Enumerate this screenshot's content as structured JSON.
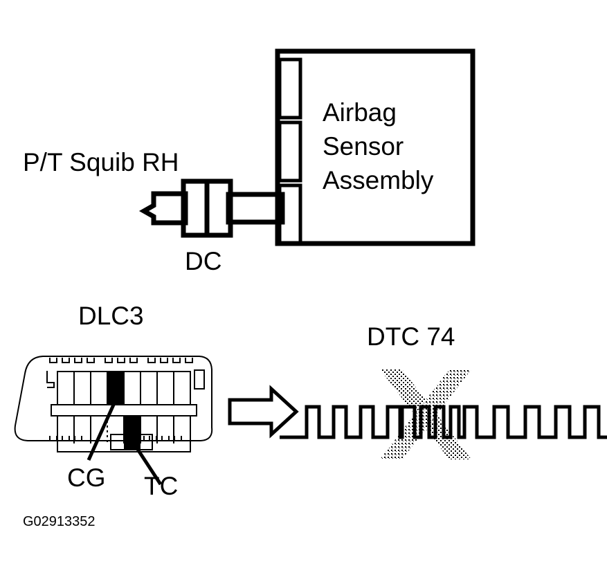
{
  "figure": {
    "id_code": "G02913352",
    "background_color": "#ffffff",
    "line_color": "#000000"
  },
  "labels": {
    "squib": "P/T Squib RH",
    "connector_dc": "DC",
    "ecu_line1": "Airbag",
    "ecu_line2": "Sensor",
    "ecu_line3": "Assembly",
    "dlc3": "DLC3",
    "dtc": "DTC 74",
    "pin_cg": "CG",
    "pin_tc": "TC"
  },
  "icons": {
    "flow_arrow": "right-arrow-icon",
    "squib_tip": "squib-tip-icon"
  },
  "dlc3_connector": {
    "top_row_pins": 8,
    "bottom_row_pins": 8,
    "highlighted_top_pin_index": 4,
    "highlighted_bottom_pin_index": 5,
    "highlight_color": "#000000"
  },
  "ecu_box": {
    "terminal_count": 3
  },
  "chart_data": {
    "type": "line",
    "title": "DTC 74",
    "xlabel": "",
    "ylabel": "",
    "signal_name": "TC pulse output",
    "grid": false,
    "legend": false,
    "baseline_y": 0,
    "high_y": 1,
    "ylim": [
      0,
      1
    ],
    "xlim": [
      0,
      100
    ],
    "annotation": "dotted X overlay marks the pulse group encoding DTC 74",
    "note": "Square-wave diagnostic code output: 7 wide pulses then 4 narrow pulses then 4 wide pulses",
    "pulses": [
      {
        "index": 1,
        "start": 5.5,
        "end": 8.5,
        "width": "wide",
        "marked": false
      },
      {
        "index": 2,
        "start": 11.5,
        "end": 14.5,
        "width": "wide",
        "marked": false
      },
      {
        "index": 3,
        "start": 17.5,
        "end": 20.5,
        "width": "wide",
        "marked": false
      },
      {
        "index": 4,
        "start": 23.5,
        "end": 26.5,
        "width": "wide",
        "marked": false
      },
      {
        "index": 5,
        "start": 30.0,
        "end": 33.0,
        "width": "wide",
        "marked": true
      },
      {
        "index": 6,
        "start": 36.5,
        "end": 39.0,
        "width": "narrow",
        "marked": true
      },
      {
        "index": 7,
        "start": 41.5,
        "end": 44.0,
        "width": "narrow",
        "marked": true
      },
      {
        "index": 8,
        "start": 46.5,
        "end": 49.0,
        "width": "narrow",
        "marked": true
      },
      {
        "index": 9,
        "start": 51.5,
        "end": 54.5,
        "width": "narrow",
        "marked": true
      },
      {
        "index": 10,
        "start": 62.0,
        "end": 65.5,
        "width": "wide",
        "marked": false
      },
      {
        "index": 11,
        "start": 69.5,
        "end": 73.0,
        "width": "wide",
        "marked": false
      },
      {
        "index": 12,
        "start": 77.0,
        "end": 80.5,
        "width": "wide",
        "marked": false
      },
      {
        "index": 13,
        "start": 84.5,
        "end": 88.0,
        "width": "wide",
        "marked": false
      }
    ]
  }
}
